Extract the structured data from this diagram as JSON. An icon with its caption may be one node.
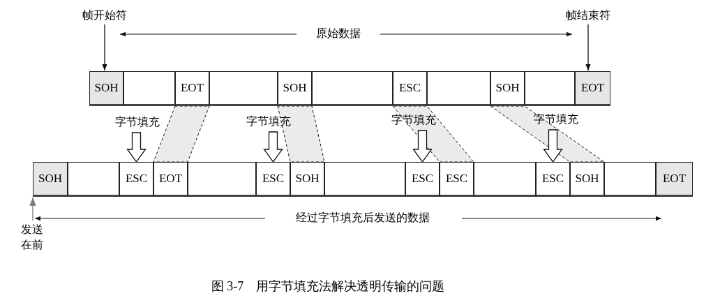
{
  "diagram": {
    "caption": "图 3-7　用字节填充法解决透明传输的问题",
    "nodes": [
      {
        "text": [
          "SOH"
        ]
      },
      {
        "text": [],
        "shape": "box"
      },
      {
        "text": [
          "EOT"
        ]
      },
      {
        "text": [],
        "shape": "box"
      },
      {
        "text": [
          "SOH"
        ]
      },
      {
        "text": [],
        "shape": "box"
      },
      {
        "text": [
          "ESC"
        ]
      },
      {
        "text": [],
        "shape": "box"
      },
      {
        "text": [
          "SOH"
        ]
      },
      {
        "text": [],
        "shape": "box"
      },
      {
        "text": [
          "EOT"
        ]
      },
      {
        "text": [
          "SOH"
        ]
      },
      {
        "text": [],
        "shape": "box"
      },
      {
        "text": [
          "ESC"
        ]
      },
      {
        "text": [
          "EOT"
        ]
      },
      {
        "text": [],
        "shape": "box"
      },
      {
        "text": [
          "ESC"
        ]
      },
      {
        "text": [
          "SOH"
        ]
      },
      {
        "text": [],
        "shape": "box"
      },
      {
        "text": [
          "ESC"
        ]
      },
      {
        "text": [
          "ESC"
        ]
      },
      {
        "text": [],
        "shape": "box"
      },
      {
        "text": [
          "ESC"
        ]
      },
      {
        "text": [
          "SOH"
        ]
      },
      {
        "text": [],
        "shape": "box"
      },
      {
        "text": [
          "EOT"
        ]
      },
      {
        "text": [
          "帧开始符"
        ]
      },
      {
        "text": [
          "帧结束符"
        ]
      },
      {
        "text": [
          "字节填充"
        ]
      },
      {
        "text": [
          "字节填充"
        ]
      },
      {
        "text": [
          "字节填充"
        ]
      },
      {
        "text": [
          "字节填充"
        ]
      },
      {
        "text": [
          "发送在前"
        ]
      }
    ],
    "edges": [
      {
        "from": 26,
        "to": 0,
        "arrow": "to"
      },
      {
        "from": 27,
        "to": 10,
        "arrow": "to"
      },
      {
        "from": 2,
        "to": 14,
        "arrow": "none",
        "style": "dashed"
      },
      {
        "from": 4,
        "to": 17,
        "arrow": "none",
        "style": "dashed"
      },
      {
        "from": 6,
        "to": 20,
        "arrow": "none",
        "style": "dashed"
      },
      {
        "from": 8,
        "to": 23,
        "arrow": "none",
        "style": "dashed"
      },
      {
        "from": 28,
        "to": 13,
        "arrow": "to",
        "style": "thick"
      },
      {
        "from": 29,
        "to": 16,
        "arrow": "to",
        "style": "thick"
      },
      {
        "from": 30,
        "to": 19,
        "arrow": "to",
        "style": "thick"
      },
      {
        "from": 31,
        "to": 22,
        "arrow": "to",
        "style": "thick"
      },
      {
        "from": 32,
        "to": 11,
        "arrow": "to",
        "color": "#777777"
      }
    ],
    "labels": [
      "原始数据",
      "经过字节填充后发送的数据"
    ]
  }
}
